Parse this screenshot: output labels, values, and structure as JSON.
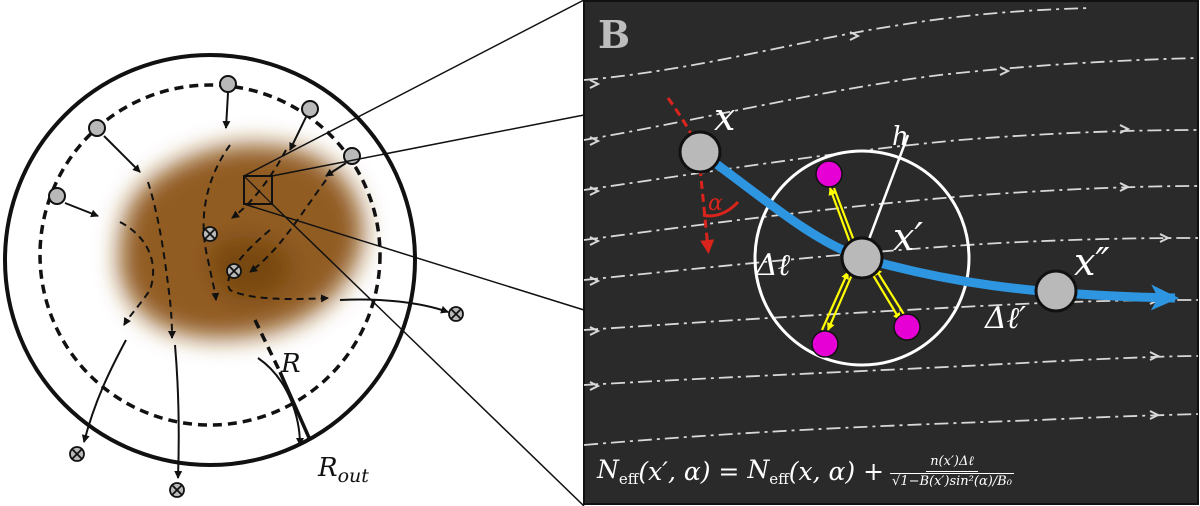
{
  "panel_a": {
    "r_label": "R",
    "r_out_label": "R",
    "r_out_sub": "out",
    "out_symbol": "⊗"
  },
  "panel_b": {
    "letter": "B",
    "point_x": "x",
    "point_x_prime": "x′",
    "point_x_dprime": "x″",
    "h_label": "h",
    "delta_l": "Δℓ",
    "delta_l_prime": "Δℓ′",
    "alpha": "α",
    "equation": {
      "lhs": "N",
      "lhs_sub": "eff",
      "lhs_args": "(x′, α) = ",
      "rhs": "N",
      "rhs_sub": "eff",
      "rhs_args": "(x, α) + ",
      "numerator": "n(x′)Δℓ",
      "denominator": "√1−B(x′)sin²(α)/B₀"
    }
  },
  "colors": {
    "panel_b_bg": "#2a2a2a",
    "field_lines": "#d8d8d8",
    "path": "#2e95e0",
    "alpha_marker": "#d9241c",
    "particles": "#e600d6",
    "scatter_arrows": "#ffff00",
    "cloud": "#8b5317",
    "node_fill": "#b9b9b9"
  }
}
